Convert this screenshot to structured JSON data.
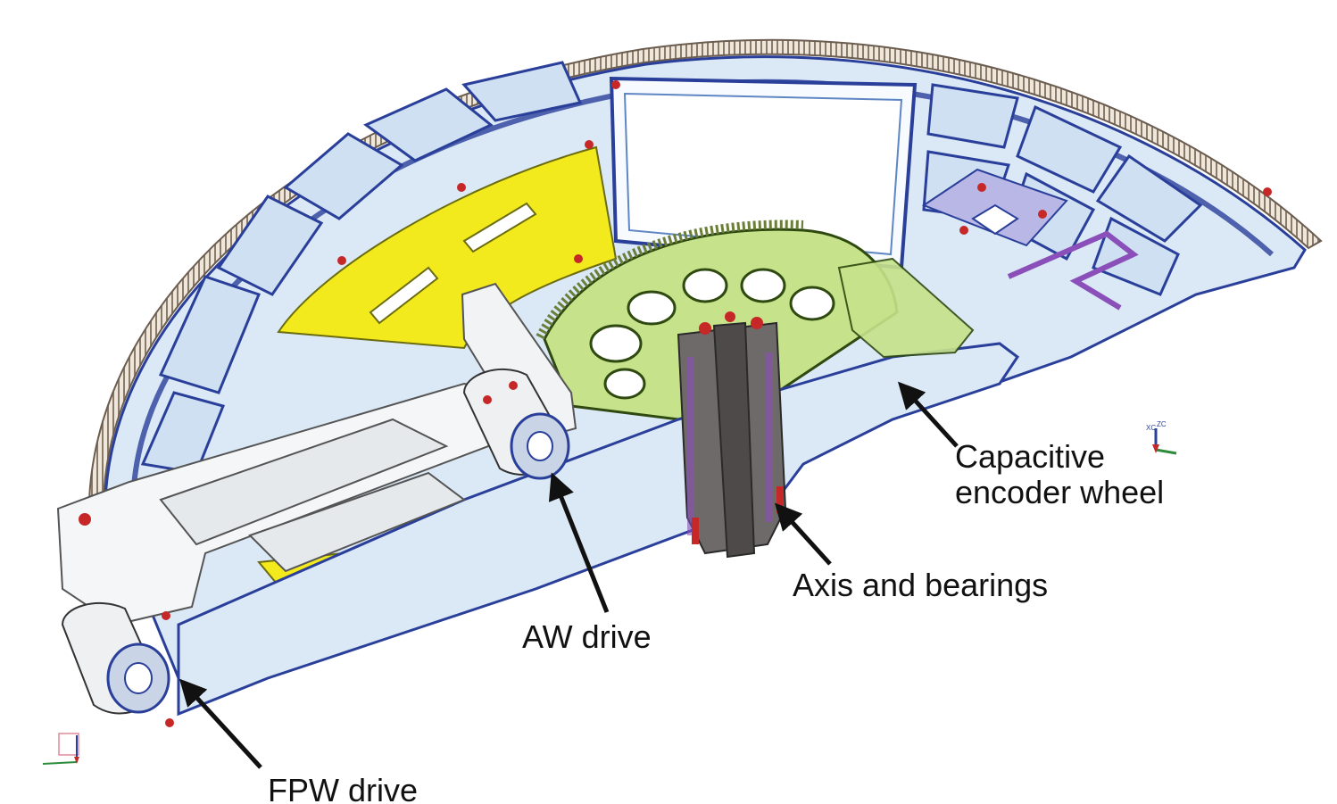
{
  "labels": {
    "encoder_line1": "Capacitive",
    "encoder_line2": "encoder wheel",
    "axis": "Axis and bearings",
    "aw_drive": "AW drive",
    "fpw_drive": "FPW drive"
  },
  "triads": {
    "right": {
      "a": "XC",
      "b": "ZC"
    }
  },
  "colors": {
    "frame_fill": "#dbe9f7",
    "frame_edge": "#2a3f9a",
    "frame_pocket": "#cfe0f2",
    "pocket_shadow": "#5f86c4",
    "yellow_plate": "#f2ea1c",
    "green_gear": "#c6e28a",
    "gear_teeth": "#9c8c78",
    "screw_red": "#c62828",
    "purple_trim": "#8a4fb8",
    "arrow": "#111111"
  },
  "icons": [
    "coordinate-triad-icon",
    "coordinate-triad-icon-small",
    "screw-head-icon",
    "gear-icon"
  ]
}
